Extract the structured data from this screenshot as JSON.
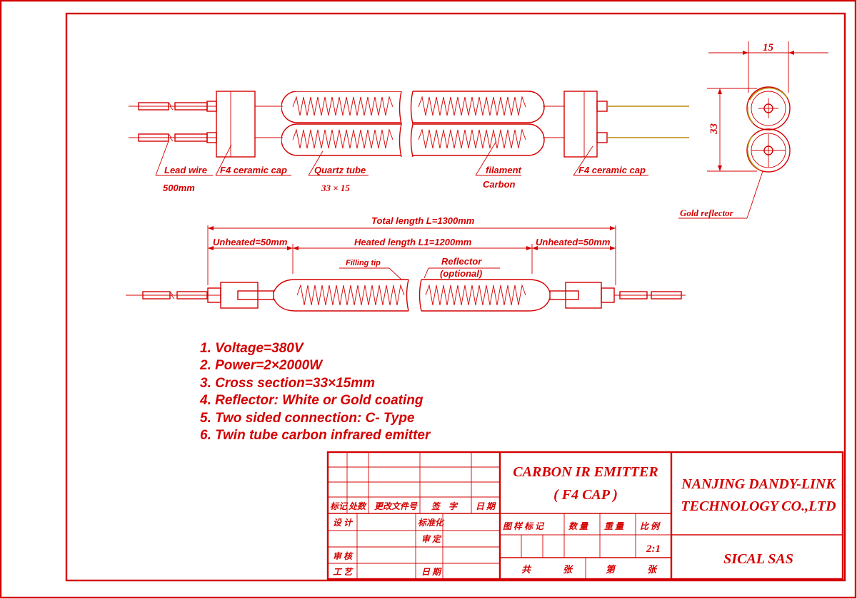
{
  "labels": {
    "lead_wire": "Lead wire",
    "lead_len": "500mm",
    "f4_cap_left": "F4 ceramic cap",
    "quartz_tube": "Quartz tube",
    "quartz_dim": "33 × 15",
    "filament": "filament",
    "carbon": "Carbon",
    "f4_cap_right": "F4 ceramic cap",
    "gold_reflector": "Gold reflector",
    "dim_15": "15",
    "dim_33": "33",
    "total_length": "Total length  L=1300mm",
    "unheated_left": "Unheated=50mm",
    "heated_length": "Heated length  L1=1200mm",
    "unheated_right": "Unheated=50mm",
    "filling_tip": "Filling tip",
    "reflector": "Reflector",
    "optional": "(optional)"
  },
  "specs": [
    "1. Voltage=380V",
    "2. Power=2×2000W",
    "3. Cross section=33×15mm",
    "4. Reflector: White or Gold coating",
    "5. Two sided connection: C- Type",
    "6. Twin tube carbon infrared emitter"
  ],
  "title_block": {
    "title_line1": "CARBON IR EMITTER",
    "title_line2": "( F4 CAP )",
    "company_line1": "NANJING DANDY-LINK",
    "company_line2": "TECHNOLOGY CO.,LTD",
    "client": "SICAL SAS",
    "scale": "2:1",
    "rev_headers": [
      "标记",
      "处数",
      "更改文件号",
      "签　字",
      "日 期"
    ],
    "left_labels": [
      "设 计",
      "审 核",
      "工 艺"
    ],
    "mid_labels": [
      "标准化",
      "审 定",
      "日 期"
    ],
    "info_headers": [
      "图 样 标 记",
      "数 量",
      "重 量",
      "比 例"
    ],
    "footer": [
      "共",
      "张",
      "第",
      "张"
    ]
  },
  "colors": {
    "line": "#d40000",
    "reflector": "#b8860b"
  }
}
